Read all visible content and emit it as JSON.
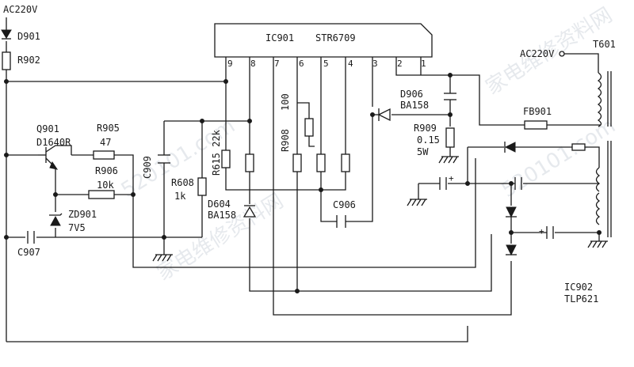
{
  "ic901": {
    "ref": "IC901",
    "part": "STR6709",
    "pins": [
      "9",
      "8",
      "7",
      "6",
      "5",
      "4",
      "3",
      "2",
      "1"
    ]
  },
  "labels": {
    "ac_left": "AC220V",
    "ac_right": "AC220V",
    "d901": "D901",
    "r902": "R902",
    "q901": "Q901",
    "q901_part": "D1640R",
    "r905": "R905",
    "r905_val": "47",
    "r906": "R906",
    "r906_val": "10k",
    "zd901": "ZD901",
    "zd901_val": "7V5",
    "c907": "C907",
    "c909": "C909",
    "r608": "R608",
    "r608_val": "1k",
    "r615": "R615 22k",
    "d604": "D604",
    "d604_part": "BA158",
    "r908": "R908",
    "r908_val": "100",
    "c906": "C906",
    "d906": "D906",
    "d906_part": "BA158",
    "r909": "R909",
    "r909_val": "0.15",
    "r909_w": "5W",
    "fb901": "FB901",
    "t601": "T601",
    "ic902": "IC902",
    "ic902_part": "TLP621"
  },
  "watermarks": [
    "家电维修资料网",
    "520101.com",
    "家电维修资料网",
    "520101.com"
  ],
  "colors": {
    "ink": "#1a1a1a",
    "paper": "#ffffff",
    "watermark": "#b9c2cc"
  }
}
